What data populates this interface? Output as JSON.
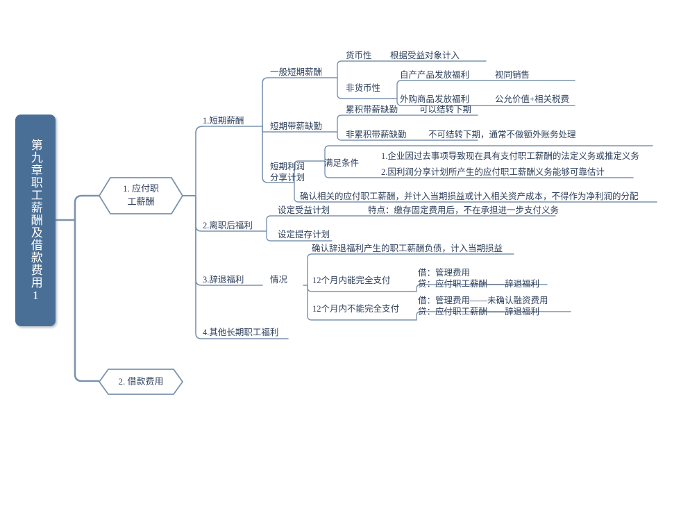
{
  "diagram": {
    "type": "mindmap",
    "title": "第九章职工薪酬及借款费用1",
    "colors": {
      "root_fill": "#4a6f96",
      "root_text": "#ffffff",
      "line": "#7b93ad",
      "node_border": "#7b93ad",
      "node_fill": "#ffffff",
      "text": "#30415d",
      "background": "#ffffff"
    },
    "root": {
      "label": "第九章职工薪酬及借款费用1"
    },
    "branches": [
      {
        "label": "1. 应付职\n工薪酬"
      },
      {
        "label": "2. 借款费用"
      }
    ],
    "nodes": {
      "short_term": "1.短期薪酬",
      "post_employment": "2.离职后福利",
      "termination": "3.辞退福利",
      "other_long_term": "4.其他长期职工福利",
      "general_short_term": "一般短期薪酬",
      "monetary": "货币性",
      "monetary_detail": "根据受益对象计入",
      "non_monetary": "非货币性",
      "self_produced": "自产产品发放福利",
      "self_produced_detail": "视同销售",
      "purchased": "外购商品发放福利",
      "purchased_detail": "公允价值+相关税费",
      "paid_absence": "短期带薪缺勤",
      "accumulating": "累积带薪缺勤",
      "accumulating_detail": "可以结转下期",
      "non_accumulating": "非累积带薪缺勤",
      "non_accumulating_detail": "不可结转下期，通常不做额外账务处理",
      "profit_sharing": "短期利润\n分享计划",
      "conditions": "满足条件",
      "condition_1": "1.企业因过去事项导致现在具有支付职工薪酬的法定义务或推定义务",
      "condition_2": "2.因利润分享计划所产生的应付职工薪酬义务能够可靠估计",
      "profit_sharing_treatment": "确认相关的应付职工薪酬，并计入当期损益或计入相关资产成本，不得作为净利润的分配",
      "defined_benefit": "设定受益计划",
      "defined_benefit_detail": "特点：缴存固定费用后，不在承担进一步支付义务",
      "defined_contribution": "设定提存计划",
      "termination_situation": "情况",
      "termination_recognition": "确认辞退福利产生的职工薪酬负债，计入当期损益",
      "within_12_months": "12个月内能完全支付",
      "within_12_months_entry": "借：管理费用\n        贷：应付职工薪酬——辞退福利",
      "beyond_12_months": "12个月内不能完全支付",
      "beyond_12_months_entry": "借：管理费用——未确认融资费用\n        贷：应付职工薪酬——辞退福利"
    }
  }
}
